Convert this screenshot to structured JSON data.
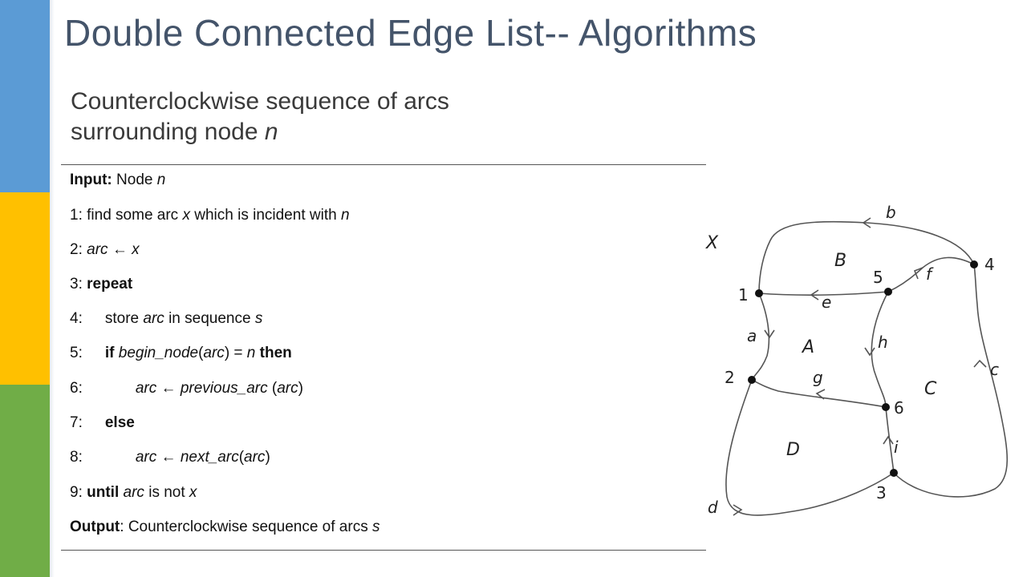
{
  "title": "Double Connected Edge List-- Algorithms",
  "subtitle": {
    "line1": "Counterclockwise sequence of arcs",
    "line2_prefix": "surrounding node ",
    "line2_var": "n"
  },
  "algorithm": {
    "input": {
      "label": "Input:",
      "text": " Node ",
      "var": "n"
    },
    "steps": {
      "s1": {
        "num": "1:",
        "t1": " find some arc ",
        "v1": "x",
        "t2": " which is incident with ",
        "v2": "n"
      },
      "s2": {
        "num": "2:",
        "v1": "arc",
        "arrow": " ← ",
        "v2": "x"
      },
      "s3": {
        "num": "3:",
        "kw": "repeat"
      },
      "s4": {
        "num": "4:",
        "t1": "store ",
        "v1": "arc",
        "t2": " in sequence ",
        "v2": "s"
      },
      "s5": {
        "num": "5:",
        "kw1": "if",
        "v1": "begin_node",
        "t1": "(",
        "v2": "arc",
        "t2": ") = ",
        "v3": "n",
        "kw2": "then"
      },
      "s6": {
        "num": "6:",
        "v1": "arc",
        "arrow": " ← ",
        "v2": "previous_arc",
        "t1": " (",
        "v3": "arc",
        "t2": ")"
      },
      "s7": {
        "num": "7:",
        "kw": "else"
      },
      "s8": {
        "num": "8:",
        "v1": "arc",
        "arrow": " ← ",
        "v2": "next_arc",
        "t1": "(",
        "v3": "arc",
        "t2": ")"
      },
      "s9": {
        "num": "9:",
        "kw": "until",
        "v1": "arc",
        "t1": " is not ",
        "v2": "x"
      }
    },
    "output": {
      "label": "Output",
      "text": ": Counterclockwise sequence of arcs ",
      "var": "s"
    }
  },
  "graph": {
    "outer_face": "X",
    "faces": [
      "A",
      "B",
      "C",
      "D"
    ],
    "nodes": [
      "1",
      "2",
      "3",
      "4",
      "5",
      "6"
    ],
    "arcs": [
      "a",
      "b",
      "c",
      "d",
      "e",
      "f",
      "g",
      "h",
      "i"
    ]
  }
}
